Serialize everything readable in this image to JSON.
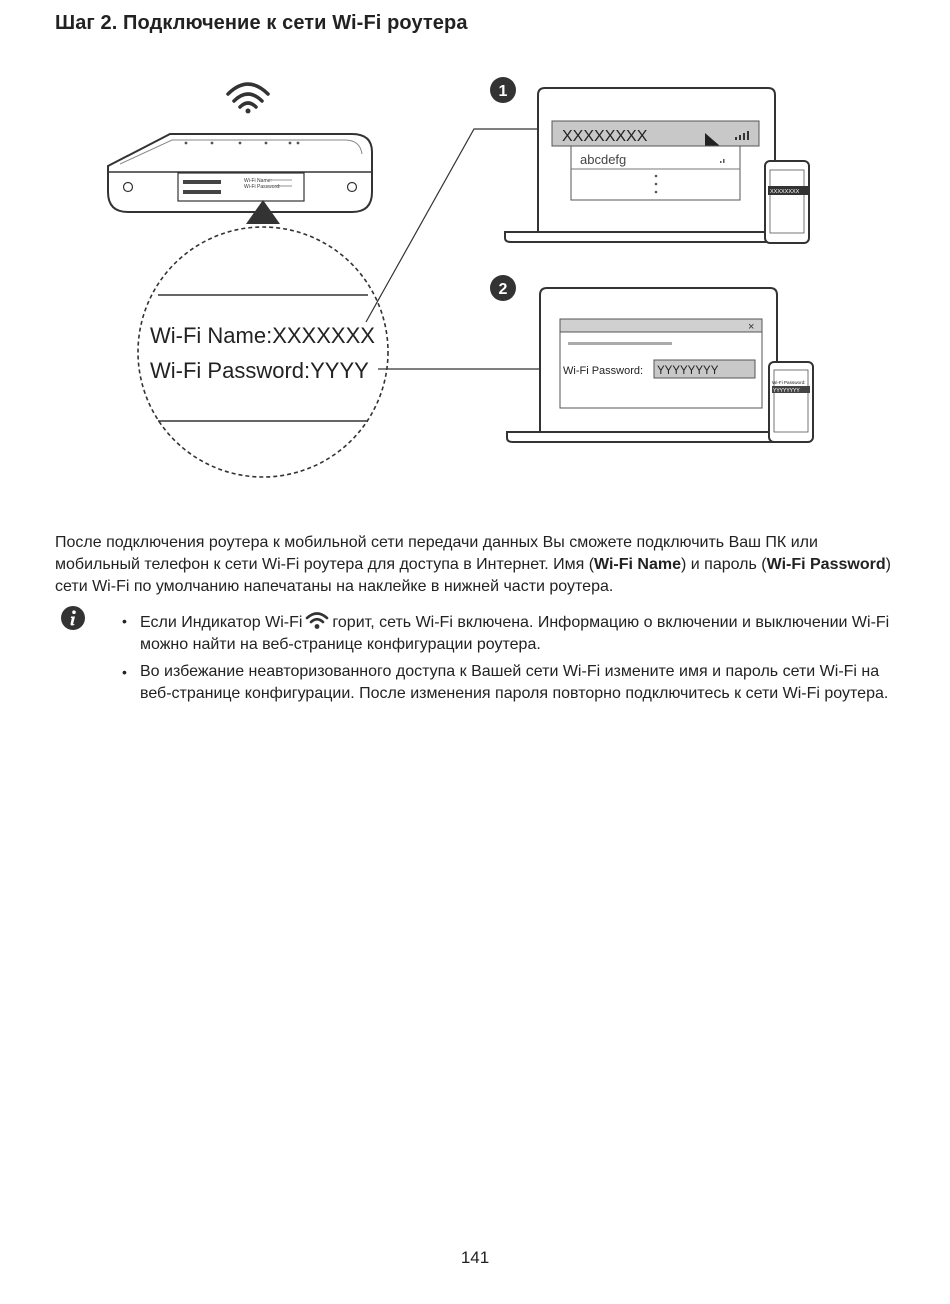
{
  "page_title": "Шаг 2. Подключение к сети Wi-Fi роутера",
  "figure": {
    "step1_number": "1",
    "step2_number": "2",
    "label_line1": "Wi-Fi Name:XXXXXXX",
    "label_line2": "Wi-Fi Password:YYYY",
    "router_sticker_line1": "Wi-Fi Name:",
    "router_sticker_line2": "Wi-Fi Password:",
    "network_selected": "XXXXXXXX",
    "network_other": "abcdefg",
    "phone1_network": "XXXXXXXX",
    "password_label": "Wi-Fi Password:",
    "password_value": "YYYYYYYY",
    "phone2_label": "Wi-Fi Password:",
    "phone2_value": "YYYYYYYY",
    "close_glyph": "×"
  },
  "intro": {
    "part1": "После подключения роутера к мобильной сети передачи данных Вы сможете подключить Ваш ПК или мобильный телефон к сети Wi-Fi роутера для доступа в Интернет. Имя (",
    "bold1": "Wi-Fi Name",
    "part2": ") и пароль (",
    "bold2": "Wi-Fi Password",
    "part3": ") сети Wi-Fi по умолчанию напечатаны на наклейке в нижней части роутера."
  },
  "notes": {
    "item1_a": "Если Индикатор Wi-Fi",
    "item1_b": "горит, сеть Wi-Fi включена. Информацию о включении и выключении Wi-Fi можно найти на веб-странице конфигурации роутера.",
    "item2": "Во избежание неавторизованного доступа к Вашей сети Wi-Fi измените имя и пароль сети Wi-Fi на веб-странице конфигурации. После изменения пароля повторно подключитесь к сети Wi-Fi роутера."
  },
  "page_number": "141"
}
